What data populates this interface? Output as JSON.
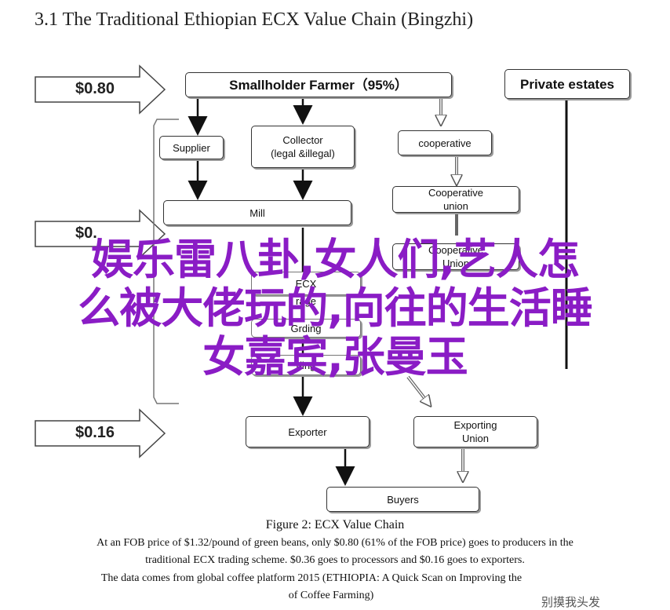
{
  "heading": "3.1 The Traditional Ethiopian ECX Value Chain (Bingzhi)",
  "prices": {
    "top": "$0.80",
    "middle": "$0.",
    "bottom": "$0.16"
  },
  "nodes": {
    "smallholder": "Smallholder Farmer（95%）",
    "private_estates": "Private estates",
    "supplier": "Supplier",
    "collector": "Collector\n(legal &illegal)",
    "cooperative": "cooperative",
    "coop_union": "Cooperative\nunion",
    "mill": "Mill",
    "coop_union_partial": "Cooperative\nUnion",
    "ecx": "ECX",
    "storage_partial": "rage",
    "grading_partial": "Grding",
    "trading_partial": "ding",
    "exporter": "Exporter",
    "exporting_union": "Exporting\nUnion",
    "buyers": "Buyers"
  },
  "caption": {
    "title": "Figure 2: ECX Value Chain",
    "line1": "At an FOB price of $1.32/pound of green beans, only $0.80 (61% of the FOB price) goes to producers in the",
    "line2": "traditional ECX trading scheme. $0.36 goes to processors and $0.16 goes to exporters.",
    "line3": "The data comes from global coffee platform 2015 (ETHIOPIA: A Quick Scan on Improving the",
    "line4": "of Coffee Farming)"
  },
  "overlay": {
    "line1": "娱乐雷八卦,女人们,艺人怎",
    "line2": "么被大佬玩的,向往的生活睡",
    "line3": "女嘉宾,张曼玉"
  },
  "watermark": "别摸我头发"
}
